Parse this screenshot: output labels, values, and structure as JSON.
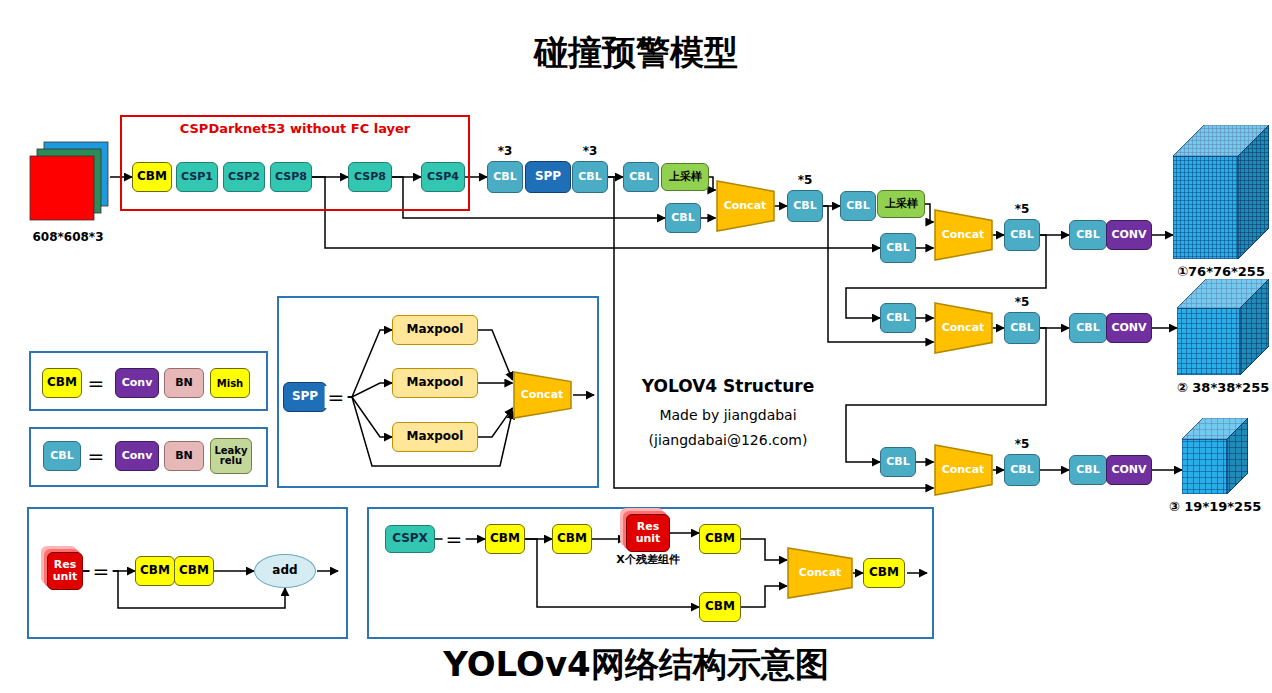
{
  "diagram": {
    "title": "碰撞预警模型",
    "caption": "YOLOv4网络结构示意图",
    "nodes": [
      {
        "text": [
          "608*608*3"
        ]
      },
      {
        "text": [
          "CSPDarknet53 without FC layer"
        ]
      },
      {
        "text": [
          "CBM"
        ],
        "in": 1
      },
      {
        "text": [
          "CSP1"
        ],
        "in": 1
      },
      {
        "text": [
          "CSP2"
        ],
        "in": 1
      },
      {
        "text": [
          "CSP8"
        ],
        "in": 1
      },
      {
        "text": [
          "CSP8"
        ],
        "in": 1
      },
      {
        "text": [
          "CSP4"
        ],
        "in": 1
      },
      {
        "text": [
          "*3",
          "CBL"
        ]
      },
      {
        "text": [
          "SPP"
        ]
      },
      {
        "text": [
          "*3",
          "CBL"
        ]
      },
      {
        "text": [
          "CBL"
        ]
      },
      {
        "text": [
          "上采样"
        ]
      },
      {
        "text": [
          "CBL"
        ]
      },
      {
        "text": [
          "Concat"
        ]
      },
      {
        "text": [
          "*5",
          "CBL"
        ]
      },
      {
        "text": [
          "CBL"
        ]
      },
      {
        "text": [
          "上采样"
        ]
      },
      {
        "text": [
          "CBL"
        ]
      },
      {
        "text": [
          "Concat"
        ]
      },
      {
        "text": [
          "*5",
          "CBL"
        ]
      },
      {
        "text": [
          "CBL"
        ]
      },
      {
        "text": [
          "CONV"
        ]
      },
      {
        "text": [
          "①76*76*255"
        ]
      },
      {
        "text": [
          "CBL"
        ]
      },
      {
        "text": [
          "Concat"
        ]
      },
      {
        "text": [
          "*5",
          "CBL"
        ]
      },
      {
        "text": [
          "CBL"
        ]
      },
      {
        "text": [
          "CONV"
        ]
      },
      {
        "text": [
          "② 38*38*255"
        ]
      },
      {
        "text": [
          "CBL"
        ]
      },
      {
        "text": [
          "Concat"
        ]
      },
      {
        "text": [
          "*5",
          "CBL"
        ]
      },
      {
        "text": [
          "CBL"
        ]
      },
      {
        "text": [
          "CONV"
        ]
      },
      {
        "text": [
          "③ 19*19*255"
        ]
      },
      {
        "text": [
          "CBM"
        ]
      },
      {
        "text": [
          "Conv"
        ]
      },
      {
        "text": [
          "BN"
        ]
      },
      {
        "text": [
          "Mish"
        ]
      },
      {
        "text": [
          "CBL"
        ]
      },
      {
        "text": [
          "Conv"
        ]
      },
      {
        "text": [
          "BN"
        ]
      },
      {
        "text": [
          "Leaky relu"
        ]
      },
      {
        "text": [
          "SPP"
        ]
      },
      {
        "text": [
          "Maxpool"
        ]
      },
      {
        "text": [
          "Maxpool"
        ]
      },
      {
        "text": [
          "Maxpool"
        ]
      },
      {
        "text": [
          "Concat"
        ]
      },
      {
        "text": [
          "Res unit"
        ]
      },
      {
        "text": [
          "CBM"
        ]
      },
      {
        "text": [
          "CBM"
        ]
      },
      {
        "text": [
          "add"
        ]
      },
      {
        "text": [
          "CSPX"
        ]
      },
      {
        "text": [
          "CBM"
        ]
      },
      {
        "text": [
          "CBM"
        ]
      },
      {
        "text": [
          "Res unit",
          "X个残差组件"
        ]
      },
      {
        "text": [
          "CBM"
        ]
      },
      {
        "text": [
          "CBM"
        ]
      },
      {
        "text": [
          "Concat"
        ]
      },
      {
        "text": [
          "CBM"
        ]
      }
    ],
    "edges": [
      {
        "from": 0,
        "to": 2,
        "arrow": "to"
      },
      {
        "from": 5,
        "to": 6,
        "arrow": "to"
      },
      {
        "from": 6,
        "to": 7,
        "arrow": "to"
      },
      {
        "from": 7,
        "to": 8,
        "arrow": "to"
      },
      {
        "from": 6,
        "to": 13,
        "arrow": "to"
      },
      {
        "from": 5,
        "to": 18,
        "arrow": "to"
      },
      {
        "from": 10,
        "to": 11,
        "arrow": "to"
      },
      {
        "from": 10,
        "to": 31,
        "arrow": "to"
      },
      {
        "from": 12,
        "to": 14,
        "arrow": "to"
      },
      {
        "from": 13,
        "to": 14,
        "arrow": "to"
      },
      {
        "from": 14,
        "to": 15,
        "arrow": "to"
      },
      {
        "from": 15,
        "to": 16,
        "arrow": "to"
      },
      {
        "from": 15,
        "to": 25,
        "arrow": "to"
      },
      {
        "from": 17,
        "to": 19,
        "arrow": "to"
      },
      {
        "from": 18,
        "to": 19,
        "arrow": "to"
      },
      {
        "from": 19,
        "to": 20,
        "arrow": "to"
      },
      {
        "from": 20,
        "to": 21,
        "arrow": "to"
      },
      {
        "from": 22,
        "to": 23,
        "arrow": "to"
      },
      {
        "from": 20,
        "to": 24,
        "arrow": "to"
      },
      {
        "from": 24,
        "to": 25,
        "arrow": "to"
      },
      {
        "from": 25,
        "to": 26,
        "arrow": "to"
      },
      {
        "from": 26,
        "to": 27,
        "arrow": "to"
      },
      {
        "from": 28,
        "to": 29,
        "arrow": "to"
      },
      {
        "from": 26,
        "to": 30,
        "arrow": "to"
      },
      {
        "from": 30,
        "to": 31,
        "arrow": "to"
      },
      {
        "from": 31,
        "to": 32,
        "arrow": "to"
      },
      {
        "from": 32,
        "to": 33,
        "arrow": "to"
      },
      {
        "from": 34,
        "to": 35,
        "arrow": "to"
      },
      {
        "from": 44,
        "to": 45,
        "arrow": "to"
      },
      {
        "from": 44,
        "to": 46,
        "arrow": "to"
      },
      {
        "from": 44,
        "to": 47,
        "arrow": "to"
      },
      {
        "from": 44,
        "to": 48,
        "arrow": "to"
      },
      {
        "from": 45,
        "to": 48,
        "arrow": "to"
      },
      {
        "from": 46,
        "to": 48,
        "arrow": "to"
      },
      {
        "from": 47,
        "to": 48,
        "arrow": "to"
      },
      {
        "from": 49,
        "to": 50,
        "arrow": "to"
      },
      {
        "from": 51,
        "to": 52,
        "arrow": "to"
      },
      {
        "from": 49,
        "to": 52,
        "arrow": "to"
      },
      {
        "from": 53,
        "to": 54,
        "arrow": "to"
      },
      {
        "from": 54,
        "to": 55,
        "arrow": "to"
      },
      {
        "from": 55,
        "to": 56,
        "arrow": "to"
      },
      {
        "from": 56,
        "to": 57,
        "arrow": "to"
      },
      {
        "from": 57,
        "to": 59,
        "arrow": "to"
      },
      {
        "from": 58,
        "to": 59,
        "arrow": "to"
      },
      {
        "from": 59,
        "to": 60,
        "arrow": "to"
      },
      {
        "from": 54,
        "to": 58,
        "arrow": "to"
      }
    ],
    "labels": [
      "=",
      "=",
      "YOLOV4 Structure",
      "Made by jiangdabai",
      "(jiangdabai@126.com)",
      "=",
      "=",
      "="
    ]
  }
}
